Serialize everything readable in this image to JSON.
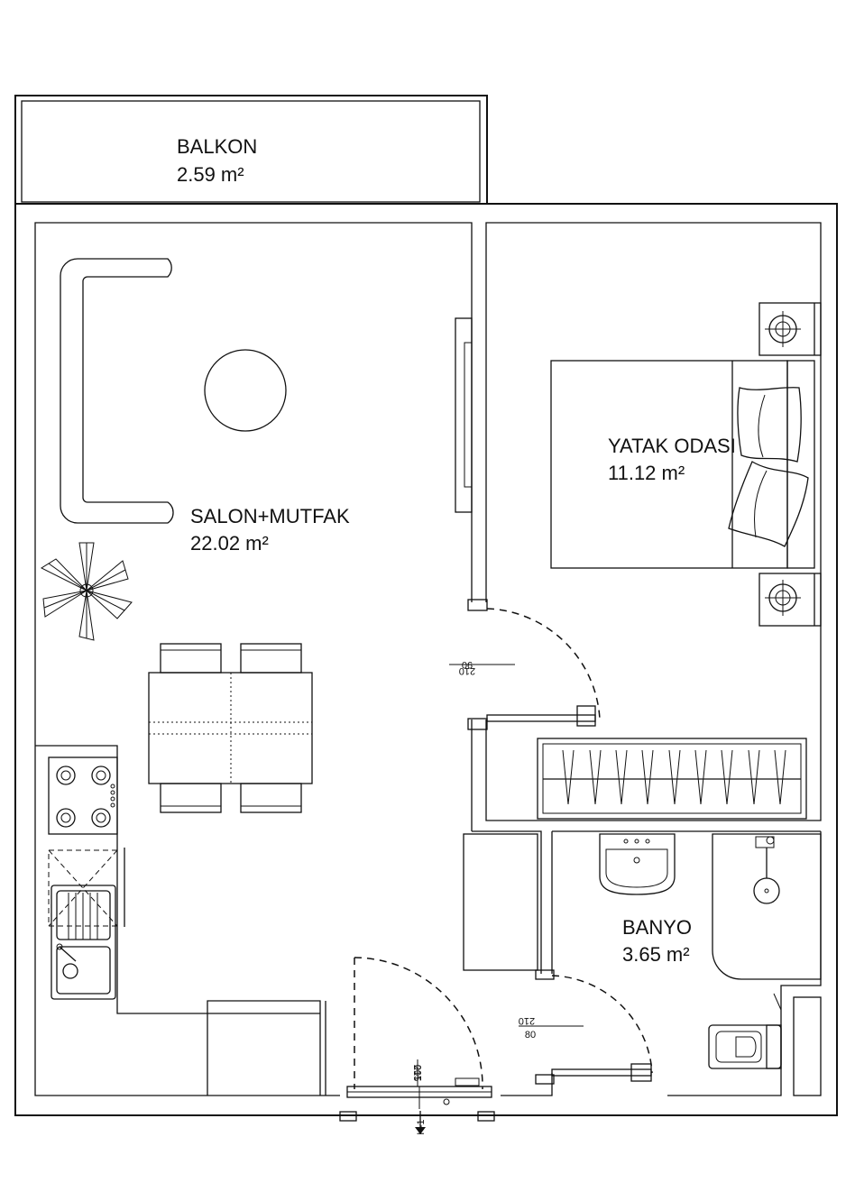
{
  "rooms": {
    "balkon": {
      "name": "BALKON",
      "area": "2.59 m²"
    },
    "salon": {
      "name": "SALON+MUTFAK",
      "area": "22.02 m²"
    },
    "yatak": {
      "name": "YATAK ODASI",
      "area": "11.12 m²"
    },
    "banyo": {
      "name": "BANYO",
      "area": "3.65 m²"
    }
  },
  "doors": {
    "bedroom": {
      "width": "90",
      "height": "210"
    },
    "bathroom": {
      "width": "80",
      "height": "210"
    },
    "entrance": {
      "width": "100",
      "height": "215"
    }
  },
  "markers": {
    "entrance_tag": "K-1"
  }
}
